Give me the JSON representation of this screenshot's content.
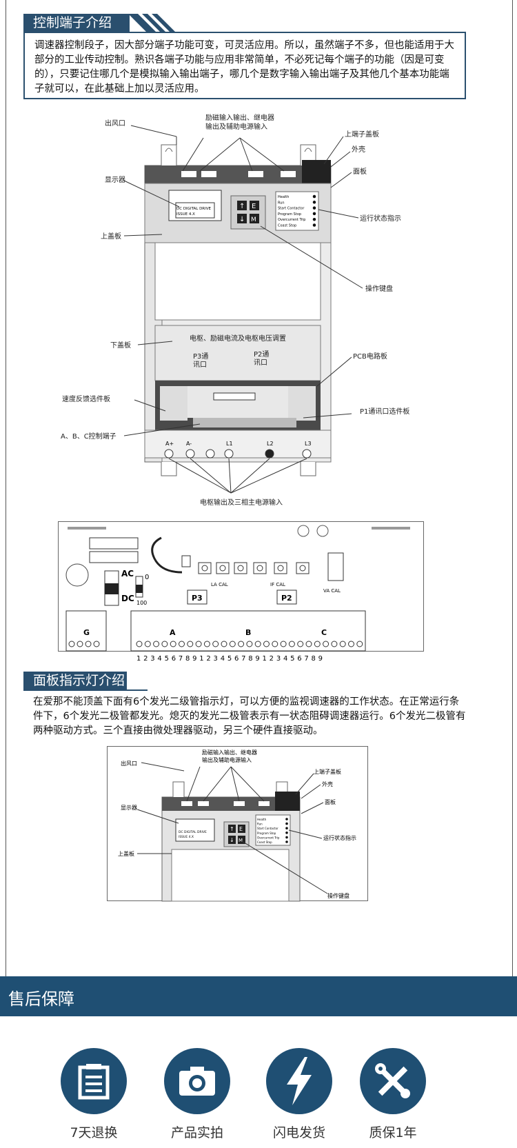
{
  "section1": {
    "title": "控制端子介绍",
    "paragraph": "调速器控制段子，因大部分端子功能可变，可灵活应用。所以，虽然端子不多，但也能适用于大部分的工业传动控制。熟识各端子功能与应用非常简单，不必死记每个端子的功能（因是可变的），只要记住哪几个是模拟输入输出端子，哪几个是数字输入输出端子及其他几个基本功能端子就可以，在此基础上加以灵活应用。"
  },
  "drive_diagram": {
    "labels": {
      "vent": "出风口",
      "field_io_1": "励磁输入输出、继电器",
      "field_io_2": "输出及辅助电源输入",
      "top_terminal_cover": "上端子盖板",
      "shell": "外壳",
      "panel": "面板",
      "display": "显示器",
      "display_text_1": "DC DIGITAL DRIVE",
      "display_text_2": "ISSUE 4.X",
      "upper_cover": "上盖板",
      "run_status": "运行状态指示",
      "keypad": "操作键盘",
      "key_up": "↑",
      "key_down": "↓",
      "key_e": "E",
      "key_m": "M",
      "lower_cover": "下盖板",
      "adjust": "电枢、励磁电流及电枢电压调置",
      "p3_1": "P3通",
      "p3_2": "讯口",
      "p2_1": "P2通",
      "p2_2": "讯口",
      "pcb": "PCB电路板",
      "speed_fb": "速度反馈选件板",
      "p1_option": "P1通讯口选件板",
      "abc_terminals": "A、B、C控制端子",
      "armature_output": "电枢输出及三相主电源输入",
      "t_aplus": "A+",
      "t_aminus": "A-",
      "t_l1": "L1",
      "t_l2": "L2",
      "t_l3": "L3"
    },
    "leds": [
      "Health",
      "Run",
      "Start Contactor",
      "Program Stop",
      "Overcurrent Trip",
      "Coast Stop"
    ]
  },
  "board_diagram": {
    "ac": "AC",
    "dc": "DC",
    "zero": "0",
    "hundred": "100",
    "p3": "P3",
    "p2": "P2",
    "la_cal": "LA CAL",
    "if_cal": "IF CAL",
    "va_cal": "VA CAL",
    "g": "G",
    "a": "A",
    "b": "B",
    "c": "C",
    "numbers": "1 2 3 4 5 6 7 8 9 1 2 3 4 5 6 7 8 9 1 2 3 4 5 6 7 8 9"
  },
  "section2": {
    "title": "面板指示灯介绍",
    "paragraph": "在爱那不能顶盖下面有6个发光二级管指示灯，可以方便的监视调速器的工作状态。在正常运行条件下，6个发光二极管都发光。熄灭的发光二极管表示有一状态阻碍调速器运行。6个发光二极管有两种驱动方式。三个直接由微处理器驱动，另三个硬件直接驱动。"
  },
  "after_sales": {
    "title": "售后保障",
    "items": [
      {
        "label": "7天退换",
        "icon": "document-list-icon"
      },
      {
        "label": "产品实拍",
        "icon": "camera-icon"
      },
      {
        "label": "闪电发货",
        "icon": "lightning-icon"
      },
      {
        "label": "质保1年",
        "icon": "tools-icon"
      }
    ]
  }
}
